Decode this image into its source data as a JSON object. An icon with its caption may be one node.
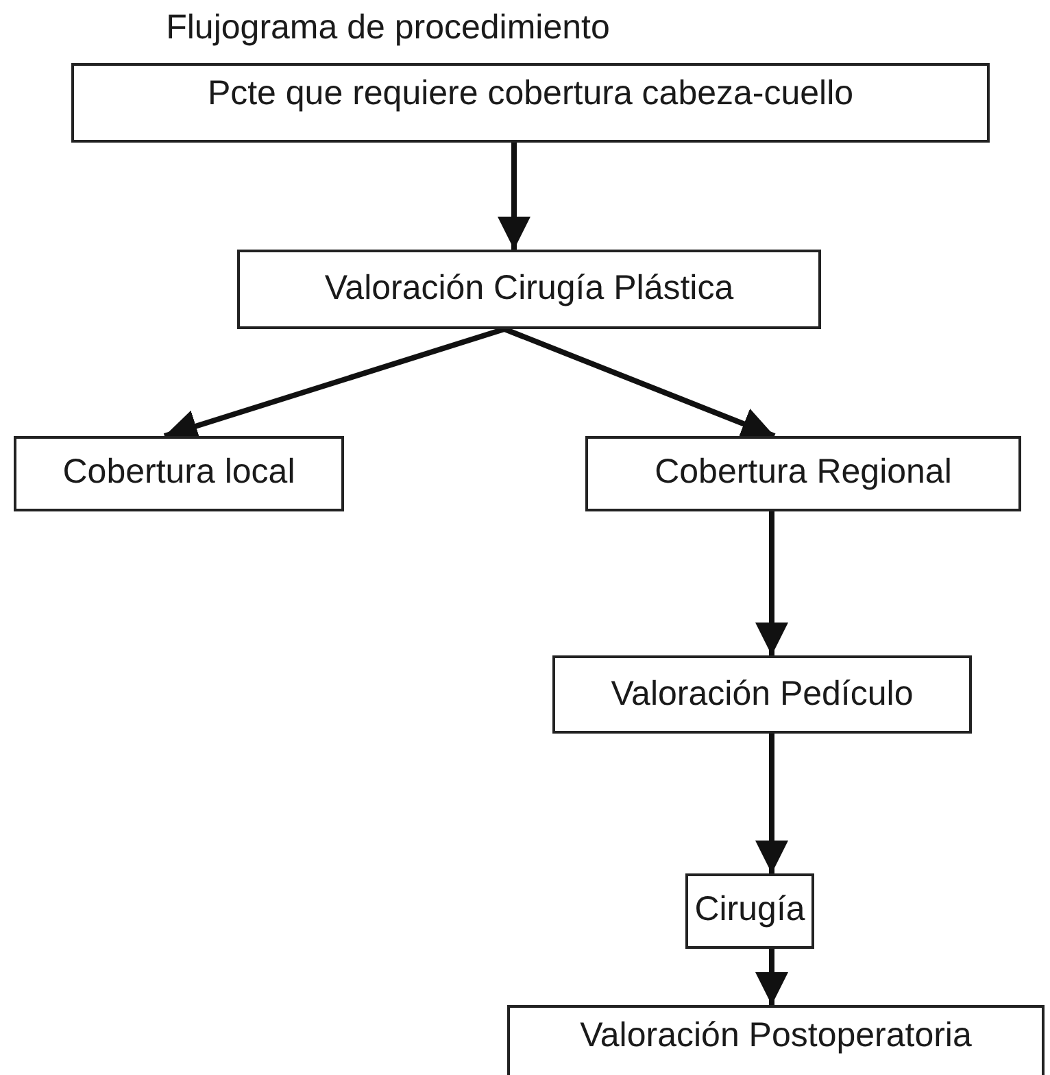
{
  "diagram": {
    "title": "Flujograma de procedimiento",
    "nodes": [
      {
        "text": [
          "Pcte que requiere cobertura cabeza-cuello"
        ]
      },
      {
        "text": [
          "Valoración Cirugía Plástica"
        ]
      },
      {
        "text": [
          "Cobertura local"
        ]
      },
      {
        "text": [
          "Cobertura Regional"
        ]
      },
      {
        "text": [
          "Valoración Pedículo"
        ]
      },
      {
        "text": [
          "Cirugía"
        ]
      },
      {
        "text": [
          "Valoración Postoperatoria"
        ]
      }
    ],
    "edges": [
      {
        "from": 0,
        "to": 1,
        "arrow": "to"
      },
      {
        "from": 1,
        "to": 2,
        "arrow": "to"
      },
      {
        "from": 1,
        "to": 3,
        "arrow": "to"
      },
      {
        "from": 3,
        "to": 4,
        "arrow": "to"
      },
      {
        "from": 4,
        "to": 5,
        "arrow": "to"
      },
      {
        "from": 5,
        "to": 6,
        "arrow": "to"
      }
    ]
  }
}
